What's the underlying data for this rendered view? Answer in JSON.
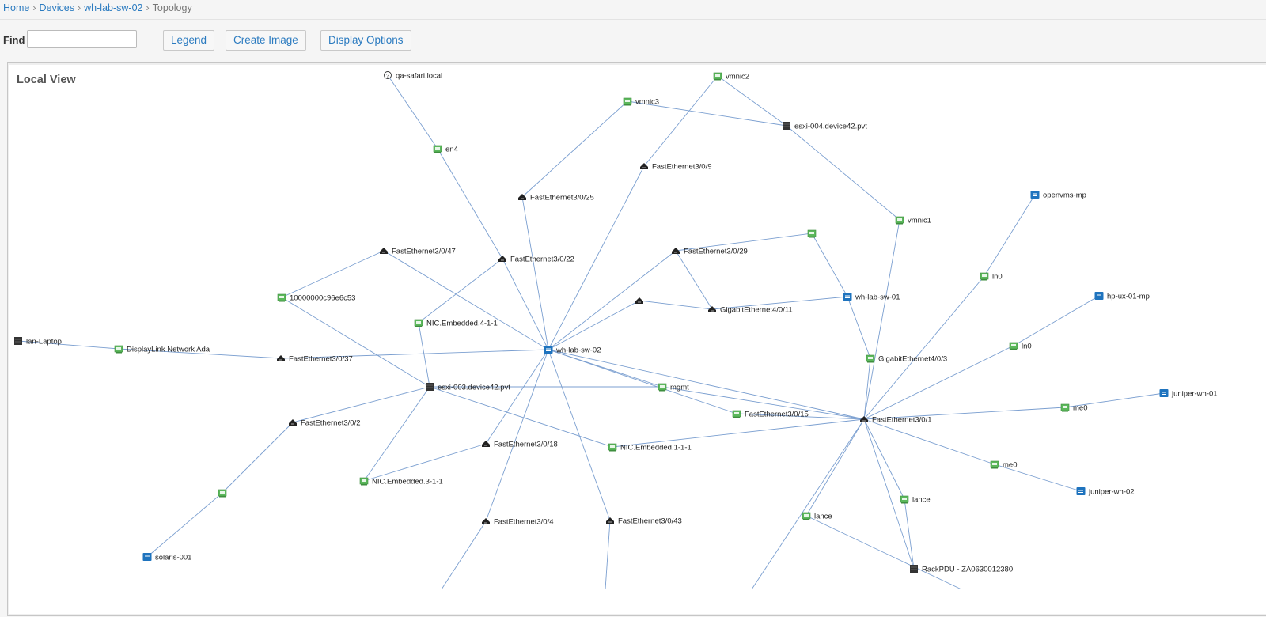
{
  "breadcrumb": {
    "items": [
      "Home",
      "Devices",
      "wh-lab-sw-02"
    ],
    "current": "Topology"
  },
  "toolbar": {
    "find_label": "Find",
    "find_value": "",
    "legend_label": "Legend",
    "create_image_label": "Create Image",
    "display_options_label": "Display Options"
  },
  "canvas": {
    "title": "Local View"
  },
  "colors": {
    "link": "#2b7bc0",
    "edge": "#7b9fd0",
    "nic_icon": "#5cb85c",
    "switch_icon": "#1e73be",
    "server_icon": "#333333"
  },
  "topology": {
    "nodes": [
      {
        "id": "qa-safari",
        "label": "qa-safari.local",
        "icon": "unknown-icon"
      },
      {
        "id": "vmnic2",
        "label": "vmnic2",
        "icon": "nic-icon"
      },
      {
        "id": "vmnic3",
        "label": "vmnic3",
        "icon": "nic-icon"
      },
      {
        "id": "esxi-004",
        "label": "esxi-004.device42.pvt",
        "icon": "server-icon"
      },
      {
        "id": "en4",
        "label": "en4",
        "icon": "nic-icon"
      },
      {
        "id": "fe-3-0-9",
        "label": "FastEthernet3/0/9",
        "icon": "port-icon"
      },
      {
        "id": "fe-3-0-25",
        "label": "FastEthernet3/0/25",
        "icon": "port-icon"
      },
      {
        "id": "openvms-mp",
        "label": "openvms-mp",
        "icon": "switch-icon"
      },
      {
        "id": "vmnic1",
        "label": "vmnic1",
        "icon": "nic-icon"
      },
      {
        "id": "nic-unl-1",
        "label": "",
        "icon": "nic-icon"
      },
      {
        "id": "fe-3-0-47",
        "label": "FastEthernet3/0/47",
        "icon": "port-icon"
      },
      {
        "id": "fe-3-0-22",
        "label": "FastEthernet3/0/22",
        "icon": "port-icon"
      },
      {
        "id": "fe-3-0-29",
        "label": "FastEthernet3/0/29",
        "icon": "port-icon"
      },
      {
        "id": "ln0-a",
        "label": "ln0",
        "icon": "nic-icon"
      },
      {
        "id": "10000000c96e6c53",
        "label": "10000000c96e6c53",
        "icon": "nic-icon"
      },
      {
        "id": "wh-lab-sw-01",
        "label": "wh-lab-sw-01",
        "icon": "switch-icon"
      },
      {
        "id": "hp-ux-01-mp",
        "label": "hp-ux-01-mp",
        "icon": "switch-icon"
      },
      {
        "id": "port-unl-1",
        "label": "",
        "icon": "port-icon"
      },
      {
        "id": "ge-4-0-11",
        "label": "GigabitEthernet4/0/11",
        "icon": "port-icon"
      },
      {
        "id": "nic-emb-4-1-1",
        "label": "NIC.Embedded.4-1-1",
        "icon": "nic-icon"
      },
      {
        "id": "lan-laptop",
        "label": "lan-Laptop",
        "icon": "server-icon"
      },
      {
        "id": "displaylink",
        "label": "DisplayLink Network Ada",
        "icon": "nic-icon"
      },
      {
        "id": "wh-lab-sw-02",
        "label": "wh-lab-sw-02",
        "icon": "switch-icon"
      },
      {
        "id": "ln0-b",
        "label": "ln0",
        "icon": "nic-icon"
      },
      {
        "id": "fe-3-0-37",
        "label": "FastEthernet3/0/37",
        "icon": "port-icon"
      },
      {
        "id": "ge-4-0-3",
        "label": "GigabitEthernet4/0/3",
        "icon": "nic-icon"
      },
      {
        "id": "esxi-003",
        "label": "esxi-003.device42.pvt",
        "icon": "server-icon"
      },
      {
        "id": "mgmt",
        "label": "mgmt",
        "icon": "nic-icon"
      },
      {
        "id": "juniper-wh-01",
        "label": "juniper-wh-01",
        "icon": "switch-icon"
      },
      {
        "id": "me0-a",
        "label": "me0",
        "icon": "nic-icon"
      },
      {
        "id": "fe-3-0-15",
        "label": "FastEthernet3/0/15",
        "icon": "nic-icon"
      },
      {
        "id": "fe-3-0-1",
        "label": "FastEthernet3/0/1",
        "icon": "port-icon"
      },
      {
        "id": "fe-3-0-2",
        "label": "FastEthernet3/0/2",
        "icon": "port-icon"
      },
      {
        "id": "fe-3-0-18",
        "label": "FastEthernet3/0/18",
        "icon": "port-icon"
      },
      {
        "id": "nic-emb-1-1-1",
        "label": "NIC.Embedded.1-1-1",
        "icon": "nic-icon"
      },
      {
        "id": "me0-b",
        "label": "me0",
        "icon": "nic-icon"
      },
      {
        "id": "nic-emb-3-1-1",
        "label": "NIC.Embedded.3-1-1",
        "icon": "nic-icon"
      },
      {
        "id": "nic-unl-2",
        "label": "",
        "icon": "nic-icon"
      },
      {
        "id": "juniper-wh-02",
        "label": "juniper-wh-02",
        "icon": "switch-icon"
      },
      {
        "id": "lance-a",
        "label": "lance",
        "icon": "nic-icon"
      },
      {
        "id": "fe-3-0-4",
        "label": "FastEthernet3/0/4",
        "icon": "port-icon"
      },
      {
        "id": "fe-3-0-43",
        "label": "FastEthernet3/0/43",
        "icon": "port-icon"
      },
      {
        "id": "lance-b",
        "label": "lance",
        "icon": "nic-icon"
      },
      {
        "id": "solaris-001",
        "label": "solaris-001",
        "icon": "switch-icon"
      },
      {
        "id": "rackpdu",
        "label": "RackPDU - ZA0630012380",
        "icon": "server-icon"
      }
    ],
    "edges": [
      [
        "qa-safari",
        "en4"
      ],
      [
        "en4",
        "fe-3-0-22"
      ],
      [
        "fe-3-0-22",
        "wh-lab-sw-02"
      ],
      [
        "vmnic2",
        "esxi-004"
      ],
      [
        "vmnic2",
        "fe-3-0-9"
      ],
      [
        "vmnic3",
        "esxi-004"
      ],
      [
        "vmnic3",
        "fe-3-0-25"
      ],
      [
        "esxi-004",
        "vmnic1"
      ],
      [
        "fe-3-0-9",
        "wh-lab-sw-02"
      ],
      [
        "fe-3-0-25",
        "wh-lab-sw-02"
      ],
      [
        "vmnic1",
        "fe-3-0-1"
      ],
      [
        "openvms-mp",
        "ln0-a"
      ],
      [
        "ln0-a",
        "fe-3-0-1"
      ],
      [
        "fe-3-0-29",
        "nic-unl-1"
      ],
      [
        "fe-3-0-29",
        "wh-lab-sw-02"
      ],
      [
        "fe-3-0-29",
        "ge-4-0-11"
      ],
      [
        "nic-unl-1",
        "wh-lab-sw-01"
      ],
      [
        "port-unl-1",
        "ge-4-0-11"
      ],
      [
        "port-unl-1",
        "wh-lab-sw-02"
      ],
      [
        "ge-4-0-11",
        "wh-lab-sw-01"
      ],
      [
        "wh-lab-sw-01",
        "ge-4-0-3"
      ],
      [
        "ge-4-0-3",
        "fe-3-0-1"
      ],
      [
        "hp-ux-01-mp",
        "ln0-b"
      ],
      [
        "ln0-b",
        "fe-3-0-1"
      ],
      [
        "10000000c96e6c53",
        "fe-3-0-47"
      ],
      [
        "10000000c96e6c53",
        "esxi-003"
      ],
      [
        "fe-3-0-47",
        "wh-lab-sw-02"
      ],
      [
        "nic-emb-4-1-1",
        "fe-3-0-22"
      ],
      [
        "nic-emb-4-1-1",
        "esxi-003"
      ],
      [
        "lan-laptop",
        "displaylink"
      ],
      [
        "displaylink",
        "fe-3-0-37"
      ],
      [
        "fe-3-0-37",
        "wh-lab-sw-02"
      ],
      [
        "wh-lab-sw-02",
        "mgmt"
      ],
      [
        "wh-lab-sw-02",
        "fe-3-0-15"
      ],
      [
        "wh-lab-sw-02",
        "fe-3-0-1"
      ],
      [
        "wh-lab-sw-02",
        "fe-3-0-18"
      ],
      [
        "wh-lab-sw-02",
        "fe-3-0-4"
      ],
      [
        "wh-lab-sw-02",
        "fe-3-0-43"
      ],
      [
        "esxi-003",
        "mgmt"
      ],
      [
        "esxi-003",
        "fe-3-0-2"
      ],
      [
        "esxi-003",
        "nic-emb-1-1-1"
      ],
      [
        "esxi-003",
        "nic-emb-3-1-1"
      ],
      [
        "mgmt",
        "fe-3-0-1"
      ],
      [
        "fe-3-0-15",
        "fe-3-0-1"
      ],
      [
        "nic-emb-1-1-1",
        "fe-3-0-1"
      ],
      [
        "fe-3-0-1",
        "me0-a"
      ],
      [
        "me0-a",
        "juniper-wh-01"
      ],
      [
        "fe-3-0-1",
        "me0-b"
      ],
      [
        "me0-b",
        "juniper-wh-02"
      ],
      [
        "fe-3-0-1",
        "lance-a"
      ],
      [
        "fe-3-0-1",
        "lance-b"
      ],
      [
        "fe-3-0-1",
        "rackpdu"
      ],
      [
        "fe-3-0-1",
        "off-a"
      ],
      [
        "lance-a",
        "rackpdu"
      ],
      [
        "lance-b",
        "off-b"
      ],
      [
        "fe-3-0-2",
        "nic-unl-2"
      ],
      [
        "nic-unl-2",
        "solaris-001"
      ],
      [
        "fe-3-0-18",
        "nic-emb-3-1-1"
      ],
      [
        "fe-3-0-4",
        "off-c"
      ],
      [
        "fe-3-0-43",
        "off-d"
      ]
    ]
  }
}
